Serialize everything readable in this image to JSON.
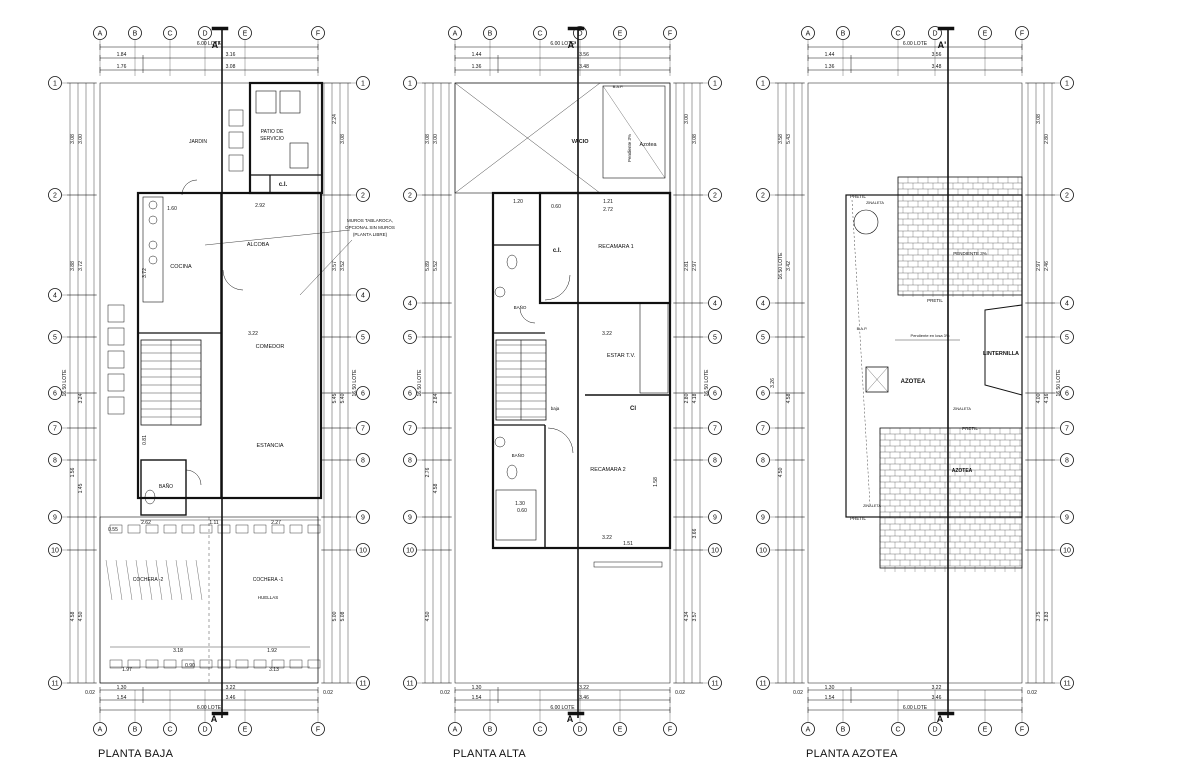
{
  "plans": [
    {
      "title": "PLANTA BAJA",
      "grid_cols": [
        "A",
        "B",
        "C",
        "D",
        "E",
        "F"
      ],
      "grid_rows": [
        "1",
        "2",
        "4",
        "5",
        "6",
        "7",
        "8",
        "9",
        "10",
        "11"
      ],
      "section_label_top": "A'",
      "section_label_bottom": "A",
      "top_dims": [
        "6.00 LOTE",
        "1.84",
        "3.16",
        "1.76",
        "3.08"
      ],
      "bottom_dims": [
        "1.30",
        "3.22",
        "1.54",
        "3.46",
        "6.00 LOTE",
        "0.02",
        "0.02"
      ],
      "left_dims": [
        "3.08",
        "3.00",
        "3.88",
        "3.72",
        "16.50 LOTE",
        "3.24",
        "1.56",
        "1.45",
        "4.58",
        "4.50"
      ],
      "right_dims": [
        "2.24",
        "3.08",
        "3.57",
        "3.52",
        "16.50 LOTE",
        "5.45",
        "5.40",
        "5.00",
        "5.08"
      ],
      "rooms": [
        "JARDIN",
        "PATIO DE SERVICIO",
        "c.l.",
        "ALCOBA",
        "COCINA",
        "COMEDOR",
        "ESTANCIA",
        "BAÑO",
        "COCHERA -2",
        "COCHERA -1",
        "HUELLAS"
      ],
      "notes": [
        "MUROS TABLAROCA, OPCIONAL SIN MUROS (PLANTA LIBRE)"
      ],
      "inner_dims": [
        "1.60",
        "2.92",
        "3.72",
        "3.22",
        "2.62",
        "1.11",
        "2.27",
        "3.18",
        "1.92",
        "1.97",
        "3.13",
        "0.90",
        "0.81",
        "0.55"
      ]
    },
    {
      "title": "PLANTA ALTA",
      "grid_cols": [
        "A",
        "B",
        "C",
        "D",
        "E",
        "F"
      ],
      "grid_rows": [
        "1",
        "2",
        "4",
        "5",
        "6",
        "7",
        "8",
        "9",
        "10",
        "11"
      ],
      "section_label_top": "A'",
      "section_label_bottom": "A",
      "top_dims": [
        "6.00 LOTE",
        "1.44",
        "3.56",
        "1.36",
        "3.48"
      ],
      "bottom_dims": [
        "1.30",
        "3.22",
        "1.54",
        "3.46",
        "6.00 LOTE",
        "0.02",
        "0.02"
      ],
      "left_dims": [
        "3.08",
        "3.00",
        "5.89",
        "5.52",
        "16.50 LOTE",
        "2.84",
        "2.76",
        "4.58",
        "4.50"
      ],
      "right_dims": [
        "3.00",
        "3.08",
        "2.81",
        "2.97",
        "16.50 LOTE",
        "2.80",
        "4.18",
        "4.34",
        "3.57",
        "3.66"
      ],
      "rooms": [
        "VACIO",
        "Azotea",
        "Pendiente 3%",
        "c.l.",
        "RECAMARA 1",
        "BAÑO",
        "ESTAR T.V.",
        "Cl",
        "BAÑO",
        "RECAMARA 2",
        "baja"
      ],
      "notes": [
        "B.A.P."
      ],
      "inner_dims": [
        "1.20",
        "0.60",
        "1.21",
        "2.72",
        "3.22",
        "3.22",
        "1.51",
        "1.30",
        "0.60",
        "1.58"
      ]
    },
    {
      "title": "PLANTA AZOTEA",
      "grid_cols": [
        "A",
        "B",
        "C",
        "D",
        "E",
        "F"
      ],
      "grid_rows": [
        "1",
        "2",
        "4",
        "5",
        "6",
        "7",
        "8",
        "9",
        "10",
        "11"
      ],
      "section_label_top": "A'",
      "section_label_bottom": "A",
      "top_dims": [
        "6.00 LOTE",
        "1.44",
        "3.56",
        "1.36",
        "3.48"
      ],
      "bottom_dims": [
        "1.30",
        "3.22",
        "1.54",
        "3.46",
        "6.00 LOTE",
        "0.02",
        "0.02"
      ],
      "left_dims": [
        "3.58",
        "5.43",
        "16.50 LOTE",
        "3.42",
        "3.26",
        "4.58",
        "4.50"
      ],
      "right_dims": [
        "3.08",
        "2.80",
        "2.97",
        "2.46",
        "16.50 LOTE",
        "4.00",
        "4.16",
        "3.75",
        "3.83"
      ],
      "rooms": [
        "AZOTEA",
        "LINTERNILLA",
        "AZOTEA",
        "PENDIENTE 3%"
      ],
      "notes": [
        "PRETIL",
        "PRETIL",
        "PRETIL",
        "PRETIL",
        "ZINALETA",
        "ZINALETA",
        "ZINALETA",
        "B.A.P.",
        "Pendiente en losa 3%"
      ],
      "inner_dims": []
    }
  ]
}
